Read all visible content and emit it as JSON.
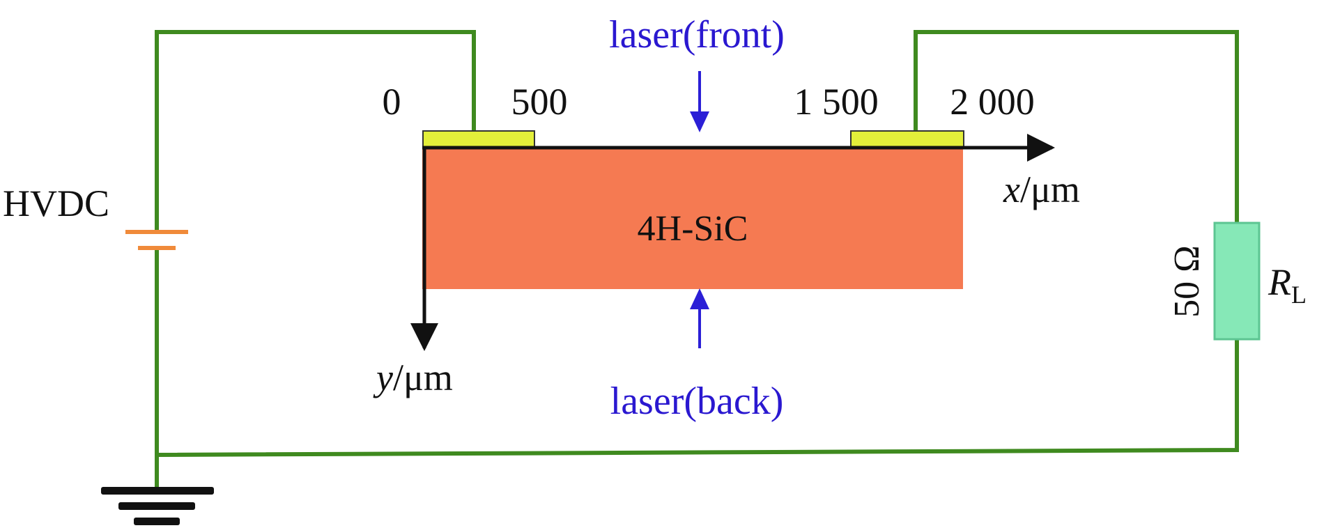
{
  "circuit": {
    "source_label": "HVDC",
    "resistor_value": "50 Ω",
    "resistor_symbol": "R",
    "resistor_subscript": "L"
  },
  "sample": {
    "material": "4H-SiC",
    "x_ticks": [
      "0",
      "500",
      "1 500",
      "2 000"
    ],
    "x_axis_var": "x",
    "x_axis_unit": "/μm",
    "y_axis_var": "y",
    "y_axis_unit": "/μm"
  },
  "laser": {
    "front_label": "laser(front)",
    "back_label": "laser(back)"
  },
  "colors": {
    "wire": "#3f8a1f",
    "sample": "#f57a52",
    "electrode": "#e3ef3a",
    "resistor": "#86e8b7",
    "laser_arrow": "#2b1fd6",
    "laser_glow": "#ff9a9a",
    "label_blue": "#2a18d0",
    "battery": "#f08a3a",
    "ground": "#111111",
    "axis": "#111111"
  }
}
